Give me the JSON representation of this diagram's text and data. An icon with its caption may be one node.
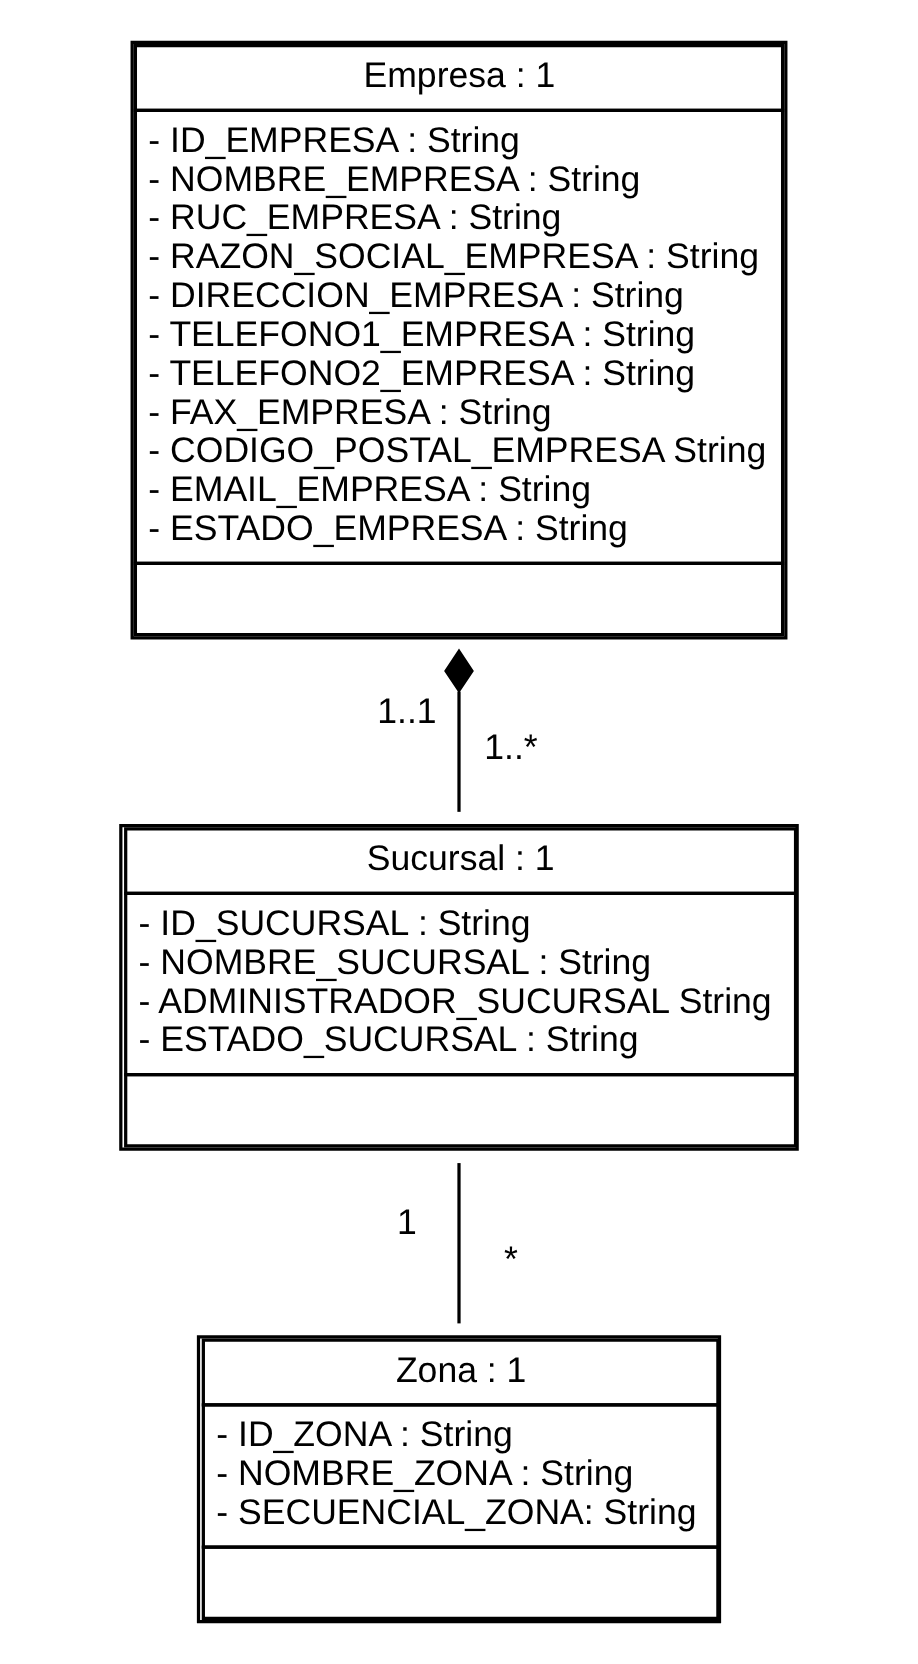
{
  "diagram": {
    "nodes": [
      {
        "text": [
          "Empresa : 1",
          "- ID_EMPRESA : String",
          "- NOMBRE_EMPRESA : String",
          "- RUC_EMPRESA : String",
          "- RAZON_SOCIAL_EMPRESA : String",
          "- DIRECCION_EMPRESA : String",
          "- TELEFONO1_EMPRESA : String",
          "- TELEFONO2_EMPRESA : String",
          "- FAX_EMPRESA : String",
          "- CODIGO_POSTAL_EMPRESA String",
          "- EMAIL_EMPRESA : String",
          "- ESTADO_EMPRESA : String"
        ]
      },
      {
        "text": [
          "Sucursal : 1",
          "- ID_SUCURSAL : String",
          "- NOMBRE_SUCURSAL : String",
          "- ADMINISTRADOR_SUCURSAL String",
          "- ESTADO_SUCURSAL : String"
        ]
      },
      {
        "text": [
          "Zona : 1",
          "- ID_ZONA : String",
          "- NOMBRE_ZONA : String",
          "- SECUENCIAL_ZONA: String"
        ]
      }
    ],
    "edges": [
      {
        "from": 0,
        "to": 1,
        "arrow": "other"
      },
      {
        "from": 1,
        "to": 2,
        "arrow": "none"
      }
    ],
    "labels": [
      "1..1",
      "1..*",
      "1",
      "*"
    ]
  }
}
